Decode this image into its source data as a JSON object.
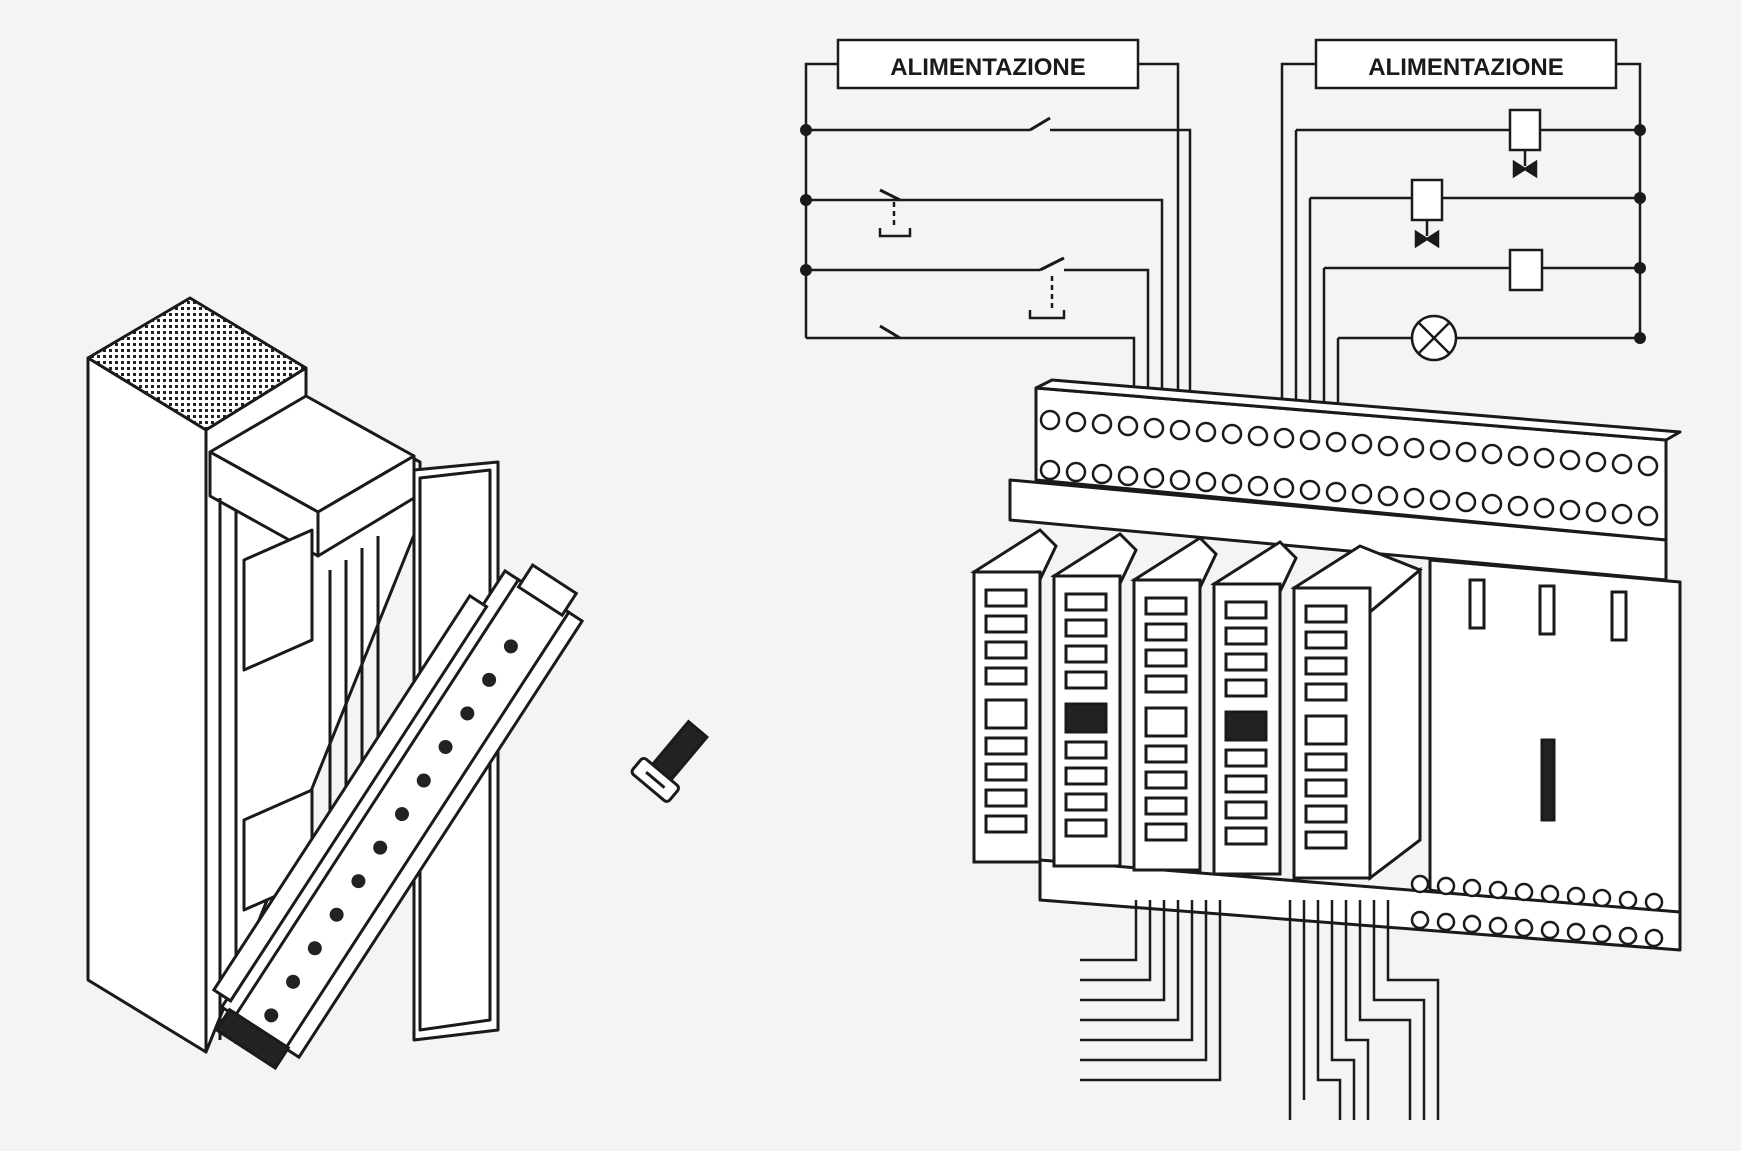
{
  "colors": {
    "background": "#f4f4f2",
    "ink": "#1a1a1a",
    "paper": "#ffffff"
  },
  "diagram": {
    "output_label": "ALIMENTAZIONE",
    "input_label": "ALIMENTAZIONE"
  },
  "legend_items": [
    {
      "name": "output-power-supply",
      "label": "ALIMENTAZIONE"
    },
    {
      "name": "input-power-supply",
      "label": "ALIMENTAZIONE"
    }
  ],
  "components": {
    "switch_icon": "switch-icon",
    "lamp_icon": "lamp-icon",
    "valve_icon": "solenoid-valve-icon",
    "relay_icon": "relay-coil-icon",
    "screw_icon": "screw-icon",
    "module_rack_icon": "module-rack-icon",
    "cabinet_icon": "cabinet-icon"
  }
}
